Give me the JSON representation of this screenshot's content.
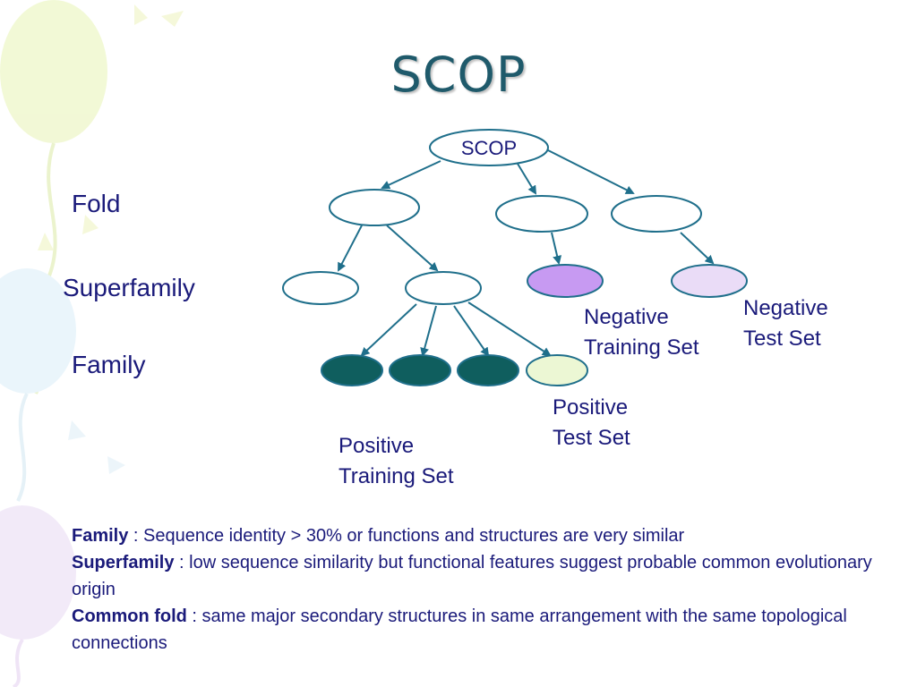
{
  "title": "SCOP",
  "levels": {
    "fold": "Fold",
    "superfamily": "Superfamily",
    "family": "Family"
  },
  "root_label": "SCOP",
  "annotations": {
    "negative_training": [
      "Negative",
      "Training Set"
    ],
    "negative_test": [
      "Negative",
      "Test Set"
    ],
    "positive_test": [
      "Positive",
      "Test Set"
    ],
    "positive_training": [
      "Positive",
      "Training Set"
    ]
  },
  "definitions": [
    {
      "term": "Family",
      "text": " : Sequence identity > 30% or functions and structures are very similar"
    },
    {
      "term": "Superfamily",
      "text": " : low sequence similarity but functional features suggest probable common evolutionary origin"
    },
    {
      "term": "Common fold",
      "text": " : same major secondary structures in same arrangement with the same topological connections"
    }
  ],
  "colors": {
    "line": "#1f6f8b",
    "family_filled": "#0f5e5e",
    "negative_training": "#c79af2",
    "negative_test": "#eadcf7",
    "positive_test": "#ecf7d4",
    "empty": "#ffffff"
  }
}
